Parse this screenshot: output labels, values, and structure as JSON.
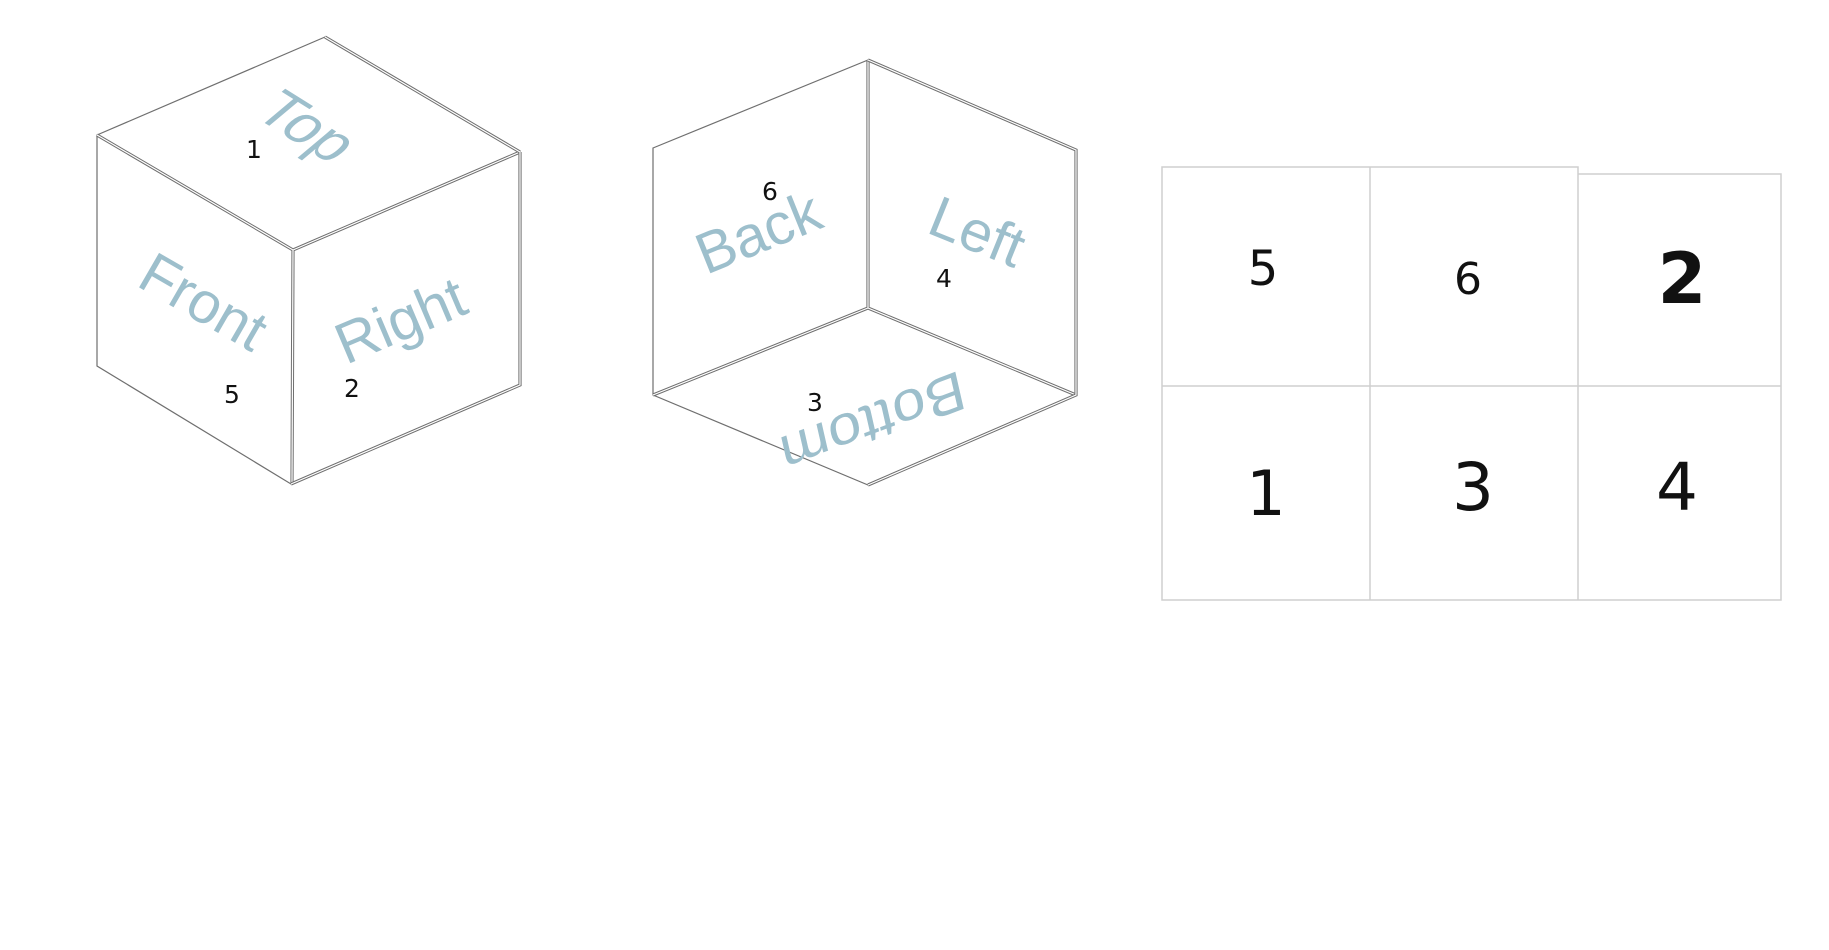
{
  "cube_front_view": {
    "faces": {
      "top": "Top",
      "front": "Front",
      "right": "Right"
    },
    "numbers": {
      "top": "1",
      "front": "5",
      "right": "2"
    }
  },
  "cube_back_view": {
    "faces": {
      "back": "Back",
      "left": "Left",
      "bottom": "Bottom"
    },
    "numbers": {
      "back": "6",
      "left": "4",
      "bottom": "3"
    }
  },
  "net_grid": {
    "rows": [
      [
        "5",
        "6",
        "2"
      ],
      [
        "1",
        "3",
        "4"
      ]
    ]
  },
  "colors": {
    "face_label": "#9dbfcc",
    "edge": "#6f6f6f",
    "grid": "#cfcfcf",
    "number": "#111111"
  }
}
